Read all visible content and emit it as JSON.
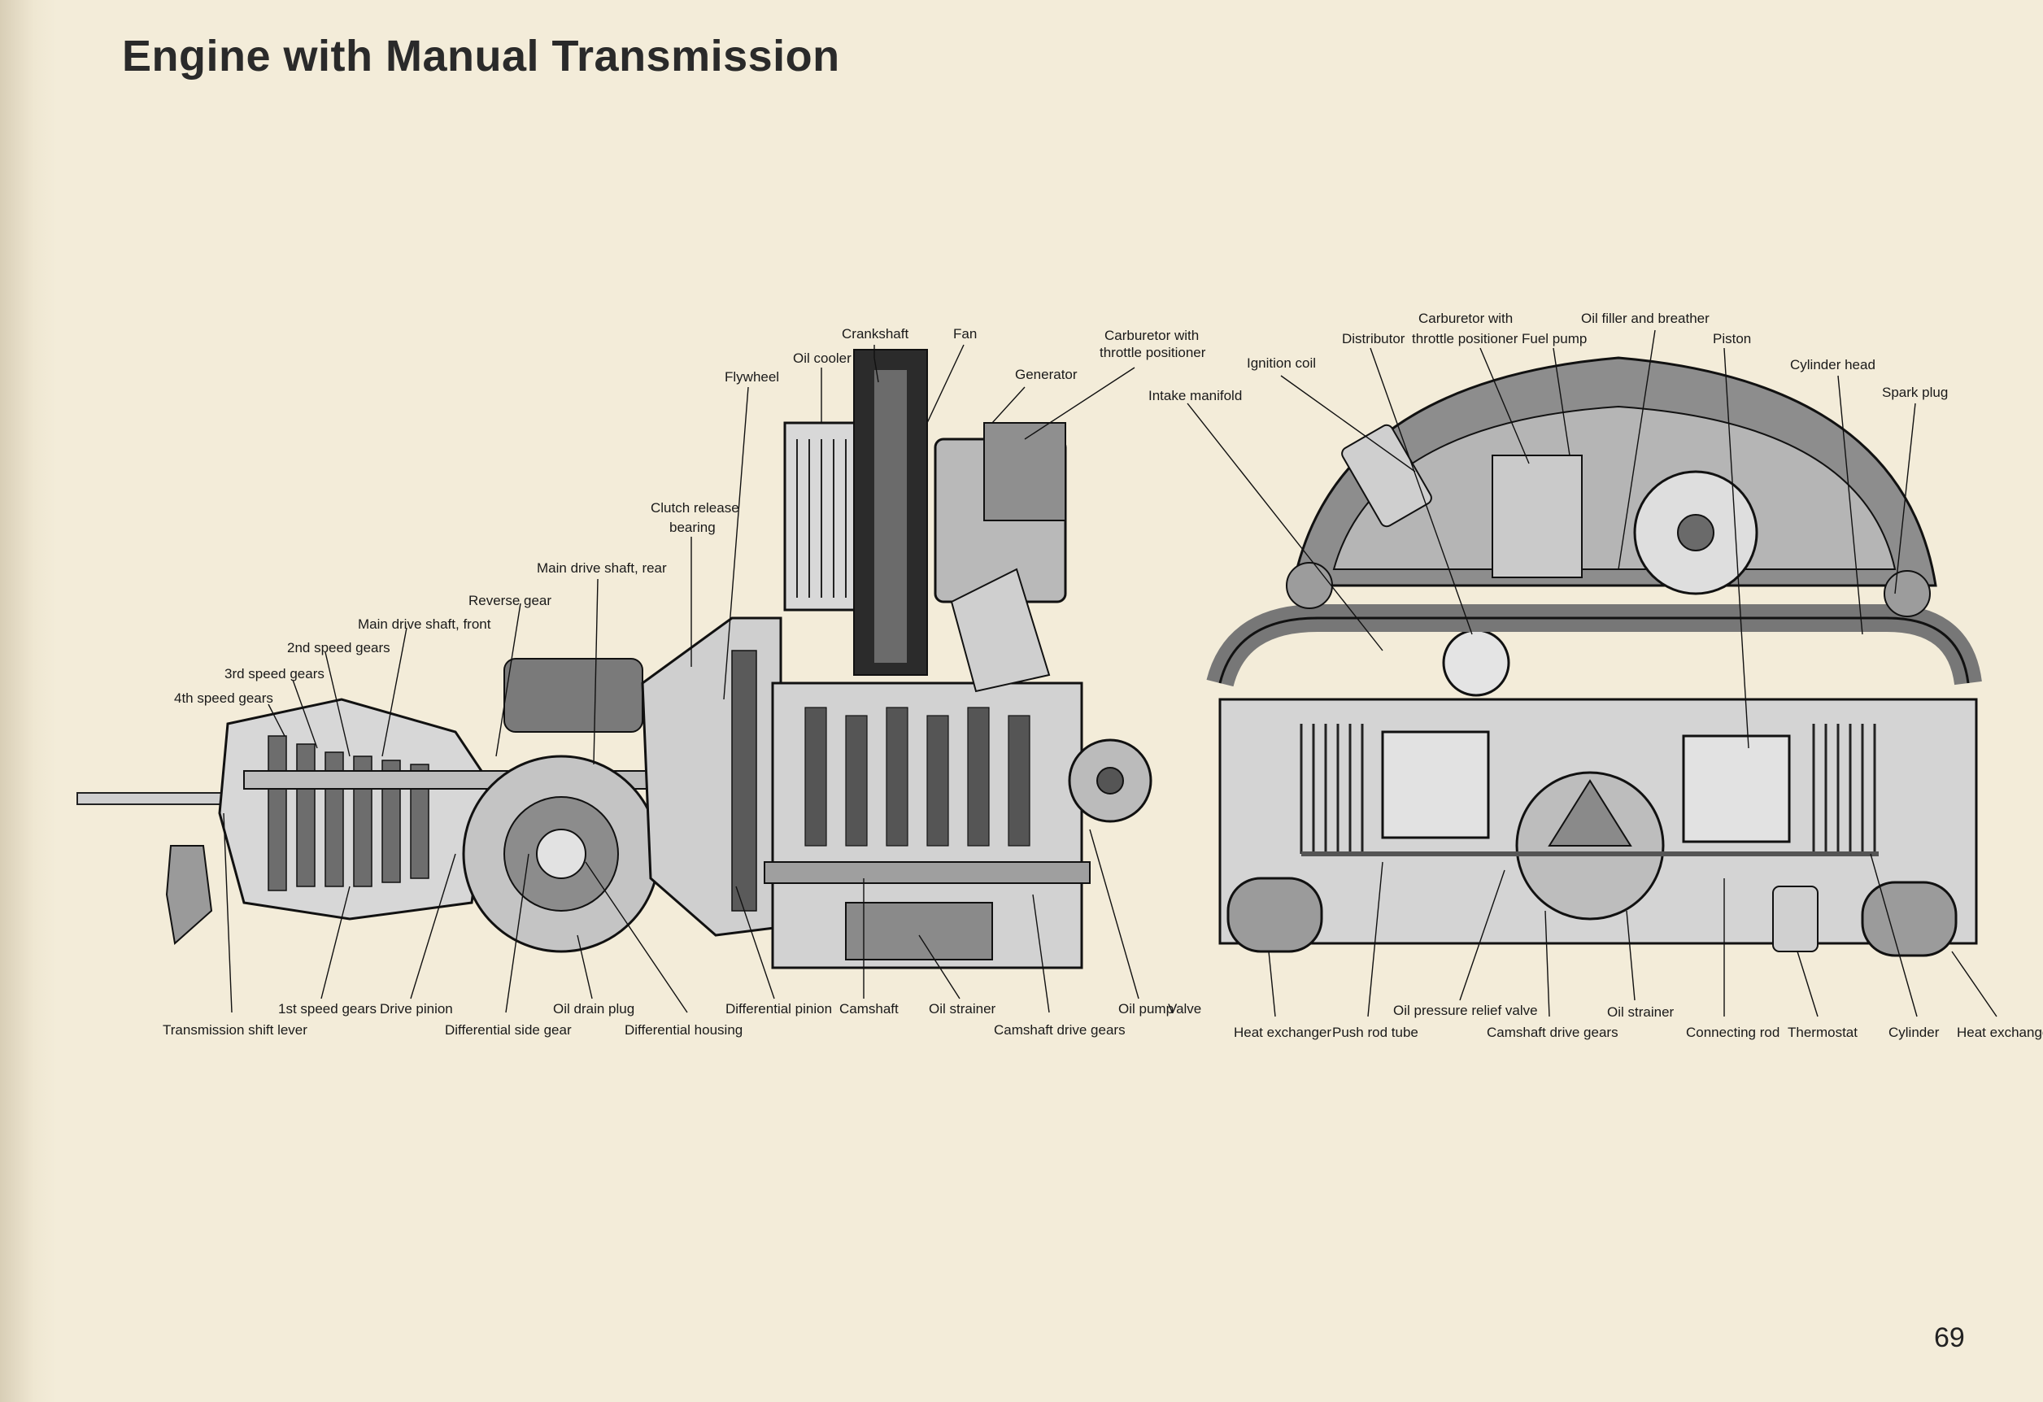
{
  "page": {
    "title": "Engine with Manual Transmission",
    "page_number": "69"
  },
  "labels": {
    "oil_cooler": "Oil cooler",
    "crankshaft": "Crankshaft",
    "fan": "Fan",
    "carburetor_l1": "Carburetor with",
    "carburetor_l2": "throttle positioner",
    "generator": "Generator",
    "flywheel": "Flywheel",
    "clutch_release_l1": "Clutch release",
    "clutch_release_l2": "bearing",
    "main_drive_rear": "Main drive shaft, rear",
    "reverse_gear": "Reverse gear",
    "main_drive_front": "Main drive shaft, front",
    "second_speed": "2nd speed gears",
    "third_speed": "3rd speed gears",
    "fourth_speed": "4th speed gears",
    "transmission_shift_lever": "Transmission shift lever",
    "first_speed": "1st speed gears",
    "drive_pinion": "Drive pinion",
    "differential_side_gear": "Differential side gear",
    "oil_drain_plug": "Oil drain plug",
    "differential_housing": "Differential housing",
    "differential_pinion": "Differential pinion",
    "camshaft": "Camshaft",
    "oil_strainer_left": "Oil strainer",
    "camshaft_drive_gears_left": "Camshaft drive gears",
    "oil_pump": "Oil pump",
    "valve": "Valve",
    "intake_manifold": "Intake manifold",
    "ignition_coil": "Ignition coil",
    "distributor": "Distributor",
    "carburetor_r_l1": "Carburetor with",
    "carburetor_r_l2": "throttle positioner",
    "fuel_pump": "Fuel pump",
    "oil_filler": "Oil filler and breather",
    "piston": "Piston",
    "cylinder_head": "Cylinder head",
    "spark_plug": "Spark plug",
    "heat_exchanger_left": "Heat exchanger",
    "push_rod_tube": "Push rod tube",
    "oil_pressure_relief": "Oil pressure relief valve",
    "camshaft_drive_gears_right": "Camshaft drive gears",
    "oil_strainer_right": "Oil strainer",
    "connecting_rod": "Connecting rod",
    "thermostat": "Thermostat",
    "cylinder": "Cylinder",
    "heat_exchanger_right": "Heat exchanger"
  }
}
